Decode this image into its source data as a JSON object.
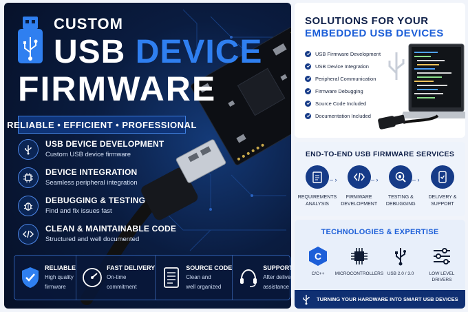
{
  "hero": {
    "title_line1": "CUSTOM",
    "title_line2_white": "USB ",
    "title_line2_blue": "DEVICE",
    "title_line3": "FIRMWARE",
    "tagline": "RELIABLE  •  EFFICIENT  •  PROFESSIONAL"
  },
  "features": [
    {
      "title": "USB DEVICE DEVELOPMENT",
      "subtitle": "Custom USB device firmware",
      "icon": "usb-icon"
    },
    {
      "title": "DEVICE INTEGRATION",
      "subtitle": "Seamless peripheral integration",
      "icon": "chip-icon"
    },
    {
      "title": "DEBUGGING & TESTING",
      "subtitle": "Find and fix issues fast",
      "icon": "bug-icon"
    },
    {
      "title": "CLEAN & MAINTAINABLE CODE",
      "subtitle": "Structured and well documented",
      "icon": "code-icon"
    }
  ],
  "badges": [
    {
      "title": "RELIABLE",
      "line1": "High quality",
      "line2": "firmware",
      "icon": "shield-check-icon"
    },
    {
      "title": "FAST DELIVERY",
      "line1": "On-time",
      "line2": "commitment",
      "icon": "speedometer-icon"
    },
    {
      "title": "SOURCE CODE",
      "line1": "Clean and",
      "line2": "well organized",
      "icon": "document-icon"
    },
    {
      "title": "SUPPORT",
      "line1": "After delivery",
      "line2": "assistance",
      "icon": "headset-icon"
    }
  ],
  "solutions": {
    "title_line1": "SOLUTIONS FOR YOUR",
    "title_line2": "EMBEDDED USB DEVICES",
    "items": [
      "USB Firmware Development",
      "USB Device Integration",
      "Peripheral Communication",
      "Firmware Debugging",
      "Source Code Included",
      "Documentation Included"
    ]
  },
  "services": {
    "title": "END-TO-END USB FIRMWARE SERVICES",
    "steps": [
      {
        "line1": "REQUIREMENTS",
        "line2": "ANALYSIS",
        "icon": "clipboard-icon"
      },
      {
        "line1": "FIRMWARE",
        "line2": "DEVELOPMENT",
        "icon": "code-icon"
      },
      {
        "line1": "TESTING &",
        "line2": "DEBUGGING",
        "icon": "magnifier-bug-icon"
      },
      {
        "line1": "DELIVERY &",
        "line2": "SUPPORT",
        "icon": "phone-check-icon"
      }
    ]
  },
  "tech": {
    "title": "TECHNOLOGIES & EXPERTISE",
    "items": [
      {
        "line1": "C/C++",
        "line2": "",
        "icon": "c-hexagon-icon"
      },
      {
        "line1": "MICROCONTROLLERS",
        "line2": "",
        "icon": "microchip-icon"
      },
      {
        "line1": "USB 2.0 / 3.0",
        "line2": "",
        "icon": "usb-icon"
      },
      {
        "line1": "LOW LEVEL",
        "line2": "DRIVERS",
        "icon": "sliders-icon"
      }
    ],
    "banner": "TURNING YOUR HARDWARE INTO SMART USB DEVICES"
  },
  "colors": {
    "accent": "#2f7ff0",
    "navy": "#0a1c40",
    "panel_navy": "#163b88"
  }
}
